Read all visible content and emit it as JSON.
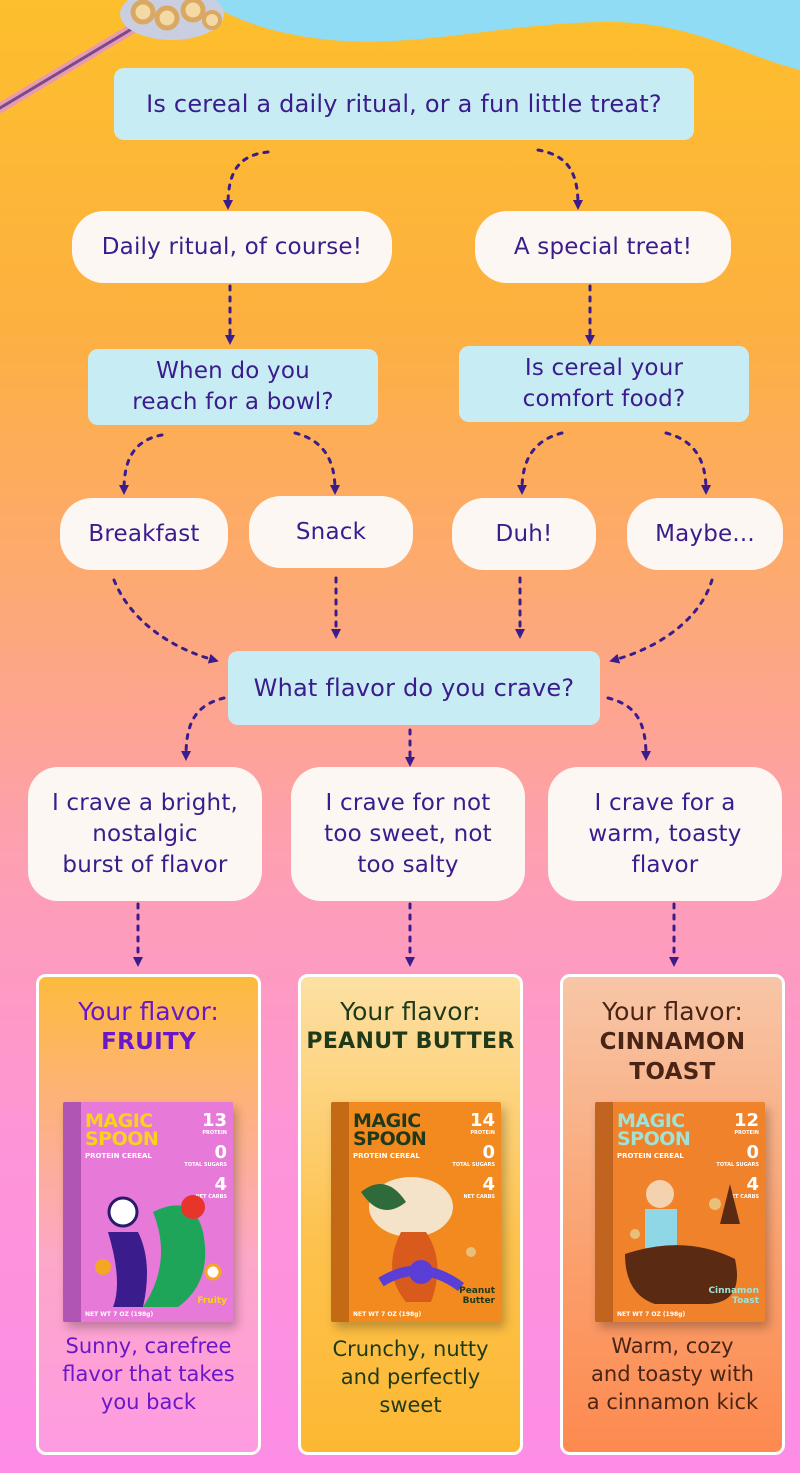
{
  "colors": {
    "question_bg": "#c8ecf3",
    "answer_bg": "#fdf7f3",
    "text": "#3a1c8c",
    "arrow": "#3a1c8c"
  },
  "flow": {
    "q1": "Is cereal a daily ritual, or a fun little treat?",
    "a_daily": "Daily ritual, of course!",
    "a_treat": "A special treat!",
    "q_when": [
      "When do you",
      "reach for a bowl?"
    ],
    "q_comfort": [
      "Is cereal your",
      "comfort food?"
    ],
    "a_breakfast": "Breakfast",
    "a_snack": "Snack",
    "a_duh": "Duh!",
    "a_maybe": "Maybe...",
    "q_flavor": "What flavor do you crave?",
    "crave_fruity": [
      "I crave a bright,",
      "nostalgic",
      "burst of flavor"
    ],
    "crave_pb": [
      "I crave for not",
      "too sweet, not",
      "too salty"
    ],
    "crave_cinnamon": [
      "I crave for a",
      "warm, toasty",
      "flavor"
    ]
  },
  "results": [
    {
      "label": "Your flavor:",
      "flavor_lines": [
        "FRUITY"
      ],
      "description": [
        "Sunny, carefree",
        "flavor that takes",
        "you back"
      ],
      "box": {
        "brand": [
          "MAGIC",
          "SPOON"
        ],
        "subtitle": "PROTEIN CEREAL",
        "protein": "13",
        "sugars": "0",
        "carbs": "4",
        "product_name": [
          "Fruity"
        ],
        "net_wt": "NET WT 7 OZ (198g)"
      }
    },
    {
      "label": "Your flavor:",
      "flavor_lines": [
        "PEANUT BUTTER"
      ],
      "description": [
        "Crunchy, nutty",
        "and perfectly",
        "sweet"
      ],
      "box": {
        "brand": [
          "MAGIC",
          "SPOON"
        ],
        "subtitle": "PROTEIN CEREAL",
        "protein": "14",
        "sugars": "0",
        "carbs": "4",
        "product_name": [
          "Peanut",
          "Butter"
        ],
        "net_wt": "NET WT 7 OZ (198g)"
      }
    },
    {
      "label": "Your flavor:",
      "flavor_lines": [
        "CINNAMON",
        "TOAST"
      ],
      "description": [
        "Warm, cozy",
        "and toasty with",
        "a cinnamon kick"
      ],
      "box": {
        "brand": [
          "MAGIC",
          "SPOON"
        ],
        "subtitle": "PROTEIN CEREAL",
        "protein": "12",
        "sugars": "0",
        "carbs": "4",
        "product_name": [
          "Cinnamon",
          "Toast"
        ],
        "net_wt": "NET WT 7 OZ (198g)"
      }
    }
  ]
}
